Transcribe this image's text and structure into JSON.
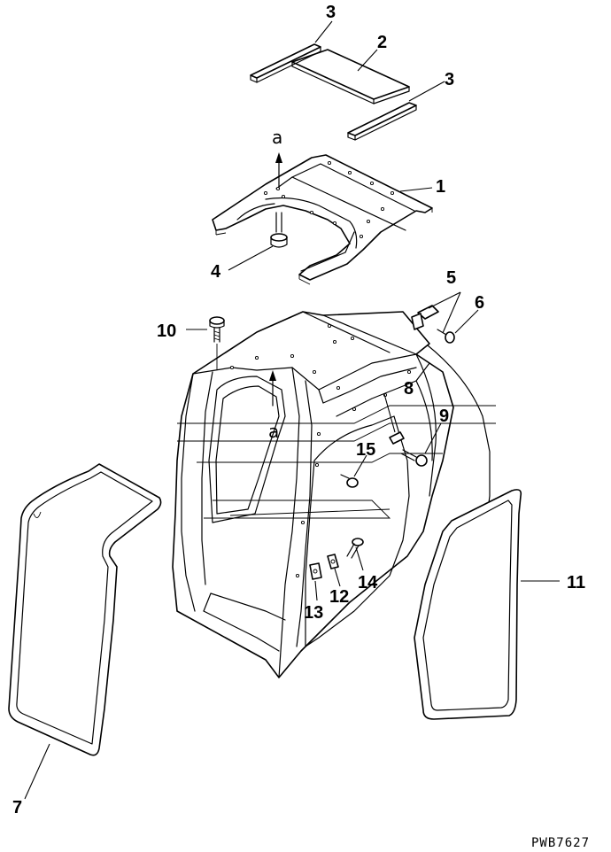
{
  "drawing_number": "PWB7627",
  "reference_marks": [
    "a",
    "a"
  ],
  "callouts": [
    "1",
    "2",
    "3",
    "3",
    "4",
    "5",
    "6",
    "7",
    "8",
    "9",
    "10",
    "11",
    "12",
    "13",
    "14",
    "15"
  ]
}
